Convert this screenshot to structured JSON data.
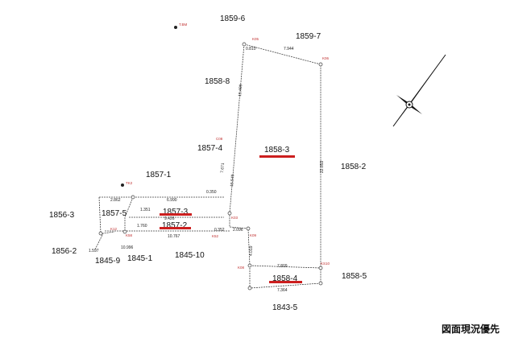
{
  "parcels": {
    "p1859_6": "1859-6",
    "p1859_7": "1859-7",
    "p1858_8": "1858-8",
    "p1857_4": "1857-4",
    "p1858_3": "1858-3",
    "p1858_2": "1858-2",
    "p1857_1": "1857-1",
    "p1856_3": "1856-3",
    "p1857_5": "1857-5",
    "p1857_3": "1857-3",
    "p1857_2": "1857-2",
    "p1856_2": "1856-2",
    "p1845_9": "1845-9",
    "p1845_1": "1845-1",
    "p1845_10": "1845-10",
    "p1858_4": "1858-4",
    "p1858_5": "1858-5",
    "p1843_5": "1843-5"
  },
  "dimensions": {
    "d1": "7.944",
    "d2": "0.810",
    "d3": "15.489",
    "d4": "7.671",
    "d5": "15.549",
    "d6": "22.853",
    "d7": "0.350",
    "d8": "6.990",
    "d9": "2.862",
    "d10": "1.351",
    "d11": "9.426",
    "d12": "1.760",
    "d13": "10.767",
    "d14": "0.352",
    "d15": "2.096",
    "d16": "1.597",
    "d17": "10.996",
    "d18": "4.019",
    "d19": "7.809",
    "d20": "7.364"
  },
  "codes": {
    "c1": "T.BM",
    "c2": "K05",
    "c3": "C08",
    "c4": "K06",
    "c5": "K03",
    "c6": "K52",
    "c7": "K09",
    "c8": "K08",
    "c9": "K12",
    "c10": "K58",
    "c11": "KS10",
    "c12": "TK2"
  },
  "note": "図面現況優先",
  "colors": {
    "highlight": "#cc1f1f"
  }
}
